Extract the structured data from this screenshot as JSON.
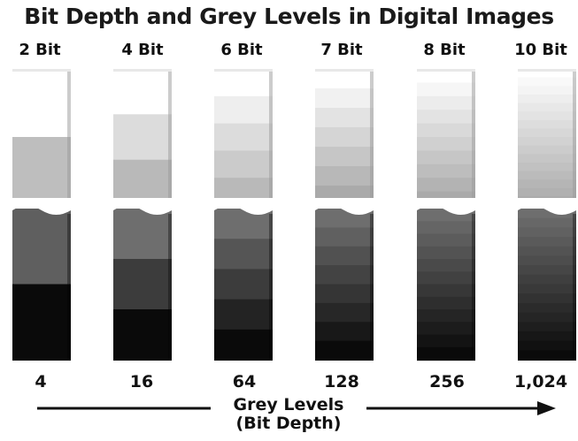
{
  "title": "Bit Depth and Grey Levels in Digital Images",
  "columns": [
    {
      "bit_label": "2 Bit",
      "levels_label": "4",
      "grey_levels": 4
    },
    {
      "bit_label": "4 Bit",
      "levels_label": "16",
      "grey_levels": 16
    },
    {
      "bit_label": "6 Bit",
      "levels_label": "64",
      "grey_levels": 64
    },
    {
      "bit_label": "7 Bit",
      "levels_label": "128",
      "grey_levels": 128
    },
    {
      "bit_label": "8 Bit",
      "levels_label": "256",
      "grey_levels": 256
    },
    {
      "bit_label": "10 Bit",
      "levels_label": "1,024",
      "grey_levels": 1024
    }
  ],
  "axis": {
    "line1": "Grey Levels",
    "line2": "(Bit Depth)"
  }
}
